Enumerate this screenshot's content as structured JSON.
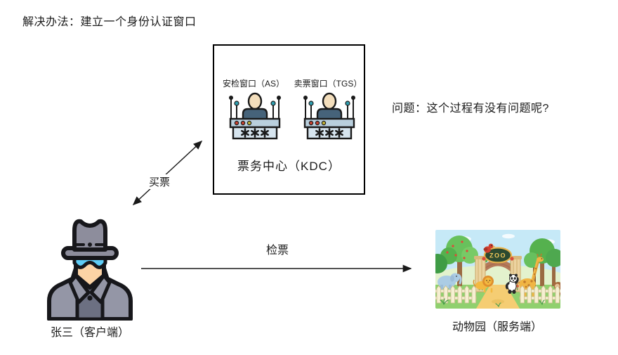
{
  "page": {
    "title": "解决办法：建立一个身份认证窗口",
    "question": "问题：这个过程有没有问题呢?"
  },
  "kdc": {
    "as_window_label": "安检窗口（AS）",
    "tgs_window_label": "卖票窗口（TGS）",
    "title": "票务中心（KDC）",
    "desk_password": "***"
  },
  "client": {
    "label": "张三（客户端）"
  },
  "server": {
    "label": "动物园（服务端）",
    "zoo_sign": "ZOO"
  },
  "arrows": {
    "buy_ticket": "买票",
    "check_ticket": "检票"
  },
  "colors": {
    "outline": "#1a1a1a",
    "desk_counter_top": "#b9cfdd",
    "desk_counter_front": "#d6e4ee",
    "desk_shirt": "#46637a",
    "mic_teal": "#2f9fb0",
    "spy_hat": "#8d8d9c",
    "spy_coat": "#9496a6",
    "spy_shirt": "#6c7082",
    "spy_face": "#fcd3a5",
    "spy_glasses": "#5fcdf7",
    "zoo_sky": "#c6e9f7",
    "zoo_grass": "#90d06e",
    "zoo_path": "#f5cd73",
    "zoo_sign_bg": "#2c4a30",
    "zoo_sign_text": "#f3c85a"
  }
}
